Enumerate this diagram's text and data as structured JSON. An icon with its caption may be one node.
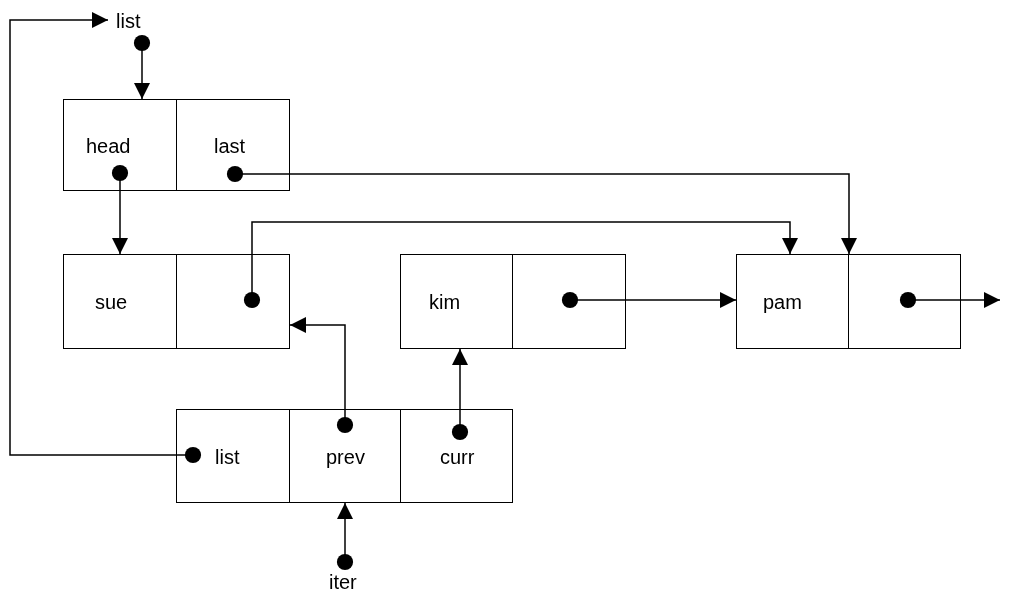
{
  "diagram": {
    "nodes": [
      {
        "text": [
          "list"
        ]
      },
      {
        "text": [
          "head"
        ]
      },
      {
        "text": [
          "last"
        ]
      },
      {
        "text": [
          "sue"
        ]
      },
      {
        "text": [],
        "shape": "box"
      },
      {
        "text": [
          "kim"
        ]
      },
      {
        "text": [],
        "shape": "box"
      },
      {
        "text": [
          "pam"
        ]
      },
      {
        "text": [],
        "shape": "box"
      },
      {
        "text": [
          "list"
        ]
      },
      {
        "text": [
          "prev"
        ]
      },
      {
        "text": [
          "curr"
        ]
      },
      {
        "text": [
          "iter"
        ]
      }
    ],
    "edges": [
      {
        "from": 0,
        "to": 1,
        "arrow": "to"
      },
      {
        "from": 1,
        "to": 3,
        "arrow": "to"
      },
      {
        "from": 2,
        "to": 7,
        "arrow": "to"
      },
      {
        "from": 4,
        "to": 7,
        "arrow": "to"
      },
      {
        "from": 6,
        "to": 7,
        "arrow": "to"
      },
      {
        "from": 8,
        "to": null,
        "arrow": "to"
      },
      {
        "from": 10,
        "to": 4,
        "arrow": "to"
      },
      {
        "from": 11,
        "to": 5,
        "arrow": "to"
      },
      {
        "from": 9,
        "to": 0,
        "arrow": "to"
      },
      {
        "from": 12,
        "to": 10,
        "arrow": "to"
      }
    ]
  }
}
